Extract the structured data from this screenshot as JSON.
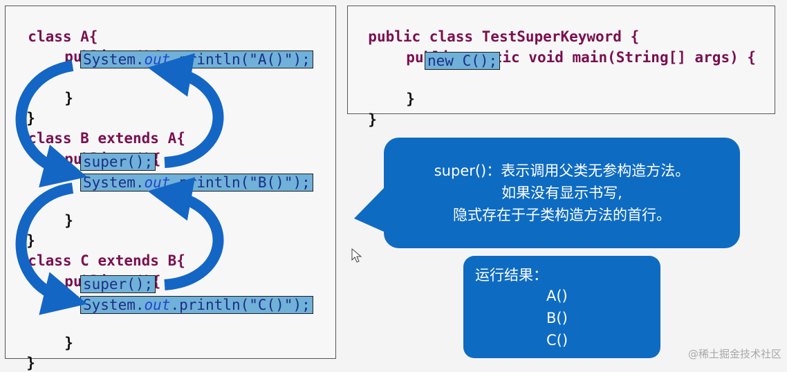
{
  "left_code": {
    "class_a": "class A{",
    "ctor_a": "public A(){",
    "print_a": {
      "pre": "System.",
      "field": "out",
      "post": ".println(\"A()\");"
    },
    "close_a_ctor": "}",
    "close_a": "}",
    "class_b": "class B extends A{",
    "ctor_b": "public B(){",
    "super_b": "super();",
    "print_b": {
      "pre": "System.",
      "field": "out",
      "post": ".println(\"B()\");"
    },
    "close_b_ctor": "}",
    "close_b": "}",
    "class_c": "class C extends B{",
    "ctor_c": "public C(){",
    "super_c": "super();",
    "print_c": {
      "pre": "System.",
      "field": "out",
      "post": ".println(\"C()\");"
    },
    "close_c_ctor": "}",
    "close_c": "}"
  },
  "right_code": {
    "class_decl": "public class TestSuperKeyword {",
    "main_decl": "public static void main(String[] args) {",
    "new_c": "new C();",
    "close_main": "}",
    "close_class": "}"
  },
  "tip": {
    "line1": "super()：表示调用父类无参构造方法。",
    "line2": "如果没有显示书写,",
    "line3": "隐式存在于子类构造方法的首行。"
  },
  "result": {
    "title": "运行结果：",
    "lines": [
      "A()",
      "B()",
      "C()"
    ]
  },
  "watermark": "@稀土掘金技术社区",
  "colors": {
    "keyword": "#7a0f4f",
    "highlight": "#6fb1d8",
    "bubble": "#0e6bc2",
    "arrow": "#1366c4"
  },
  "icons": [
    "mouse-cursor-icon",
    "arrow-icon"
  ]
}
